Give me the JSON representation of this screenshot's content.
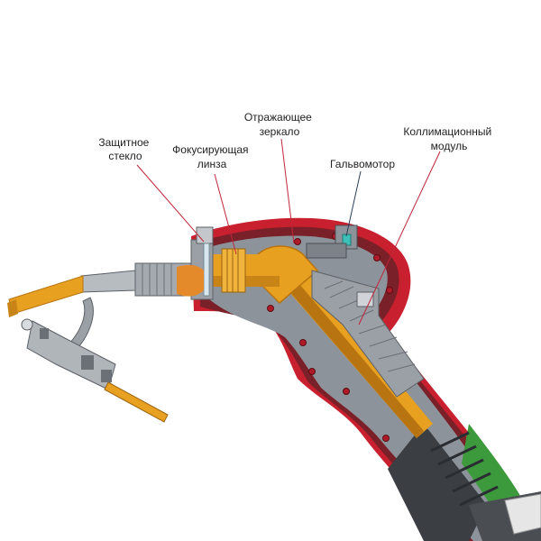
{
  "labels": {
    "protective_glass": [
      "Защитное",
      "стекло"
    ],
    "focusing_lens": [
      "Фокусирующая",
      "линза"
    ],
    "reflecting_mirror": [
      "Отражающее",
      "зеркало"
    ],
    "galvo_motor": [
      "Гальвомотор"
    ],
    "collimation_module": [
      "Коллимационный",
      "модуль"
    ]
  },
  "colors": {
    "housing_red": "#c8202e",
    "housing_dark": "#6e1a22",
    "brass": "#e8a020",
    "brass_dark": "#b87410",
    "steel": "#9aa0a6",
    "steel_dark": "#5b6066",
    "grip_green": "#3c9a3c",
    "leader_red": "#c0263a",
    "leader_dark": "#2a3e56"
  }
}
